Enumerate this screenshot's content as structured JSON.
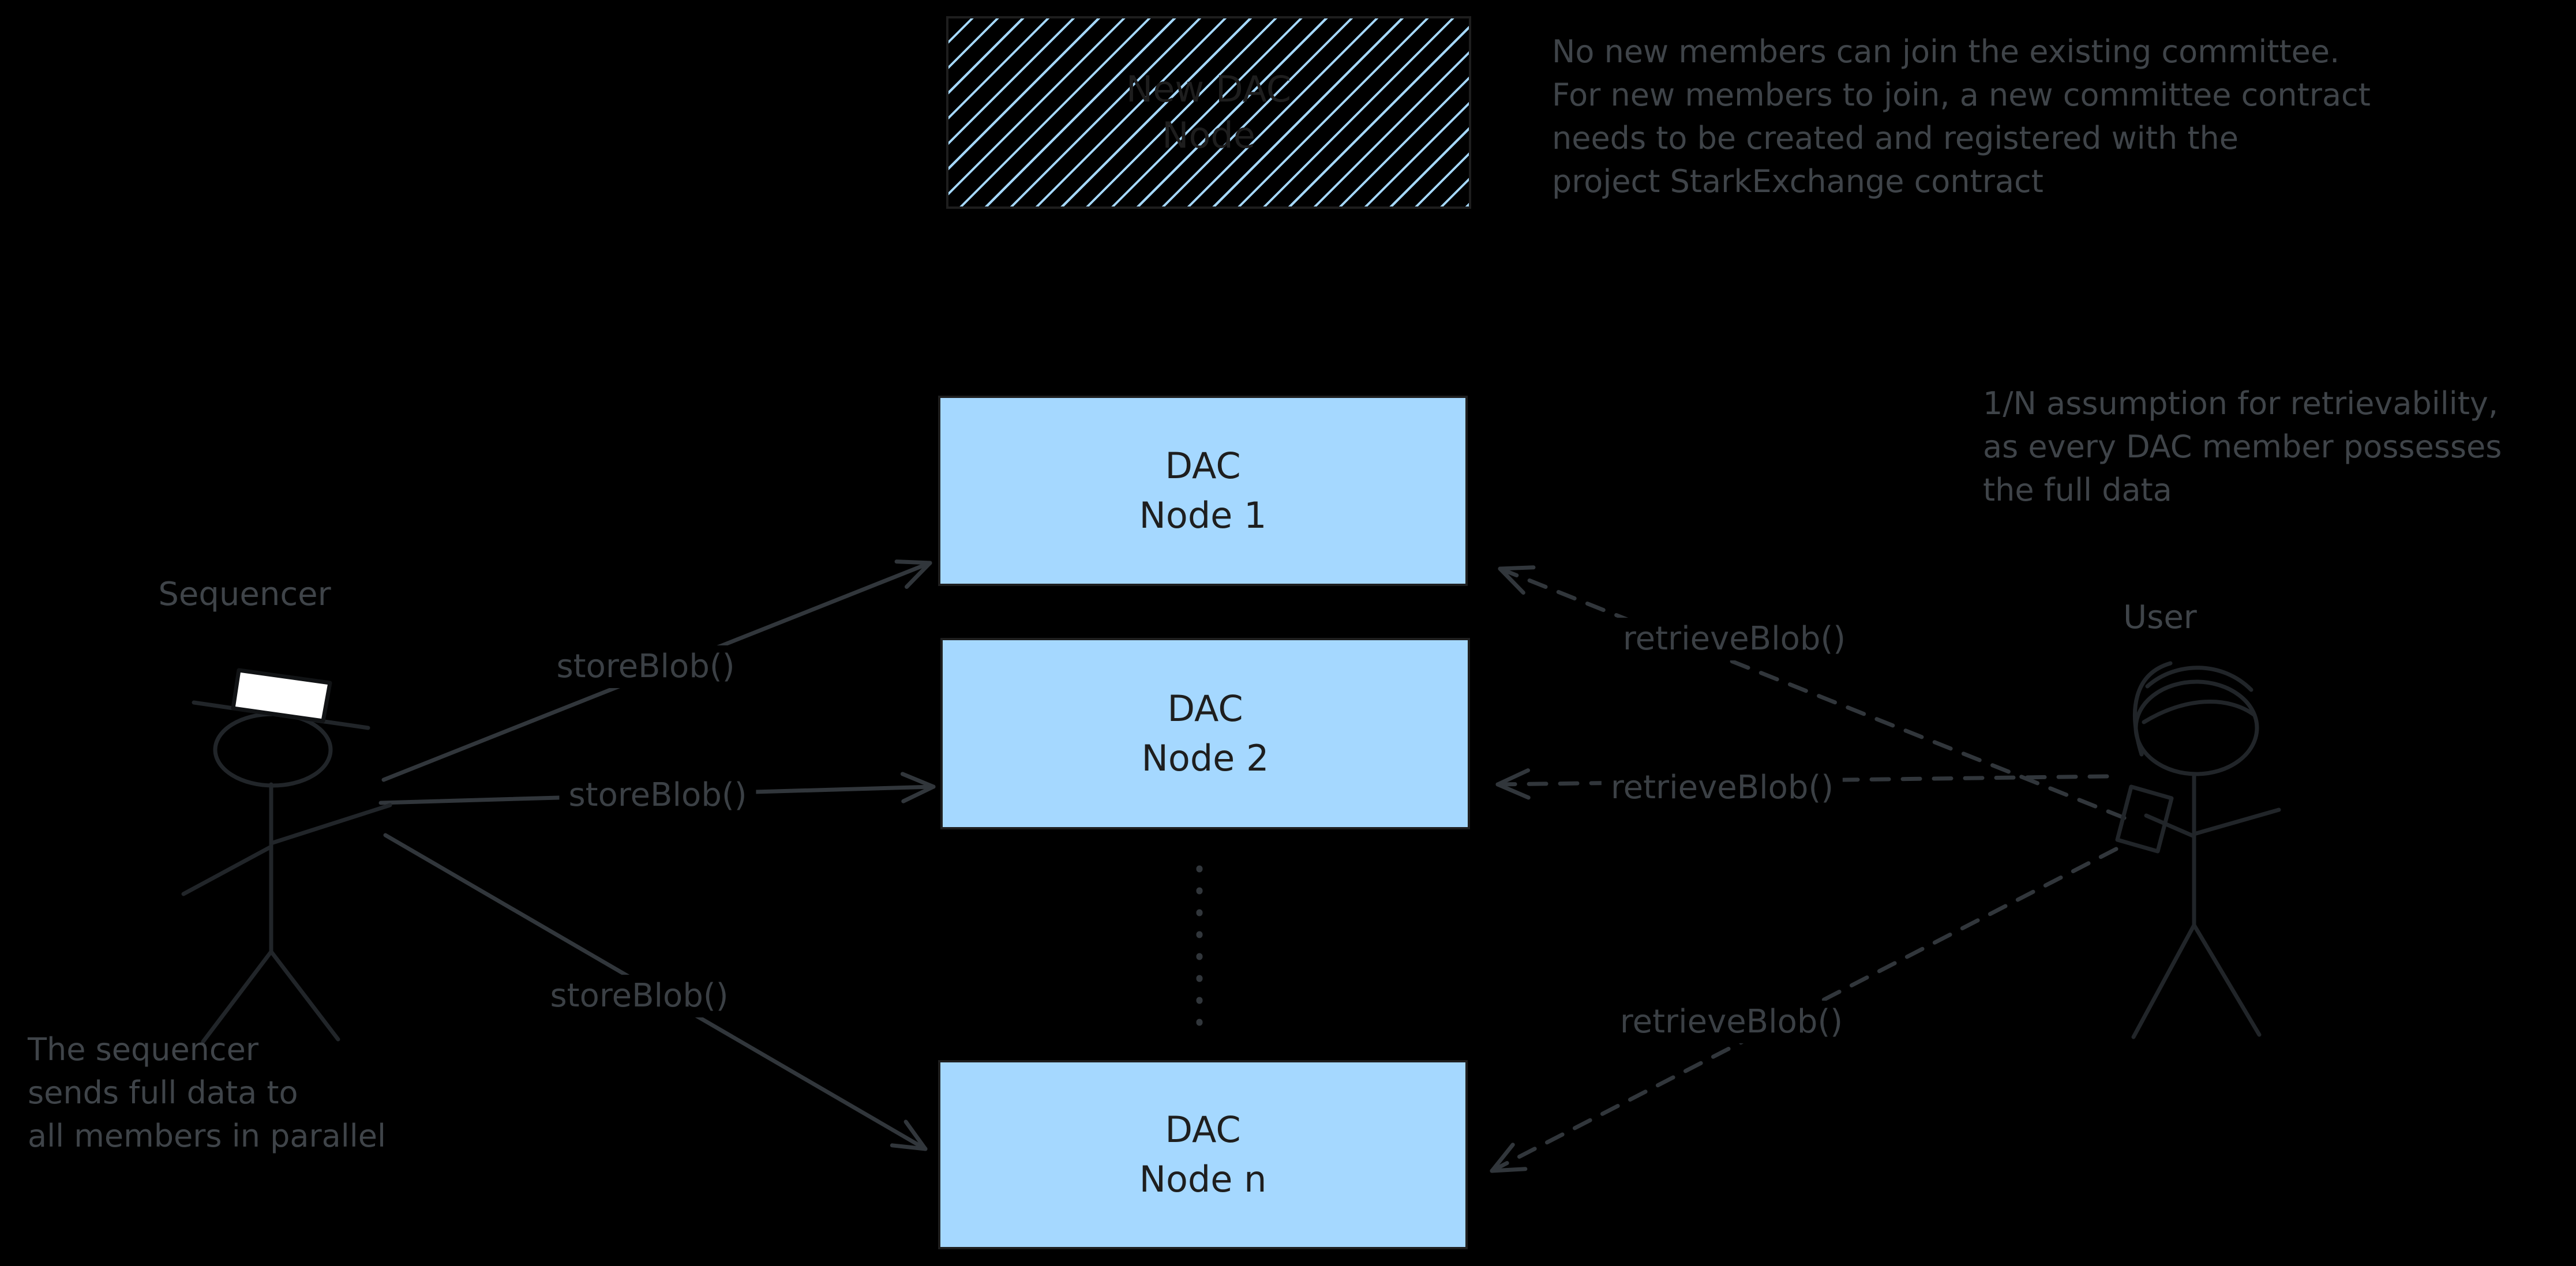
{
  "diagram": {
    "background": "#000000",
    "colors": {
      "node_fill": "#a5d8ff",
      "node_border": "#1e1e1e",
      "node_text": "#1e1e1e",
      "hatch_stripe": "#a5d8ff",
      "annotation_text": "#3f4449",
      "arrow_stroke": "#31363b",
      "figure_stroke": "#212529",
      "hat_fill": "#ffffff"
    },
    "hatched_box": {
      "label": "New DAC\nNode"
    },
    "dac_nodes": [
      {
        "label": "DAC\nNode 1"
      },
      {
        "label": "DAC\nNode 2"
      },
      {
        "label": "DAC\nNode n"
      }
    ],
    "actors": {
      "sequencer_label": "Sequencer",
      "user_label": "User"
    },
    "arrow_labels": {
      "store": "storeBlob()",
      "retrieve": "retrieveBlob()"
    },
    "notes": {
      "committee": "No new members can join the existing committee.\nFor new members to join, a new committee contract\nneeds to be created and registered with the\nproject StarkExchange contract",
      "retrievability": "1/N assumption for retrievability,\nas every DAC member possesses\nthe full data",
      "sequencer": "The sequencer\nsends full data to\nall members in parallel"
    }
  }
}
